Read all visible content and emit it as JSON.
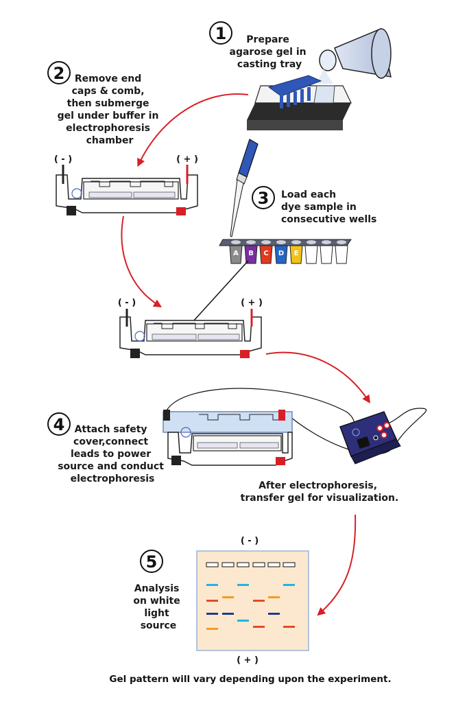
{
  "steps": [
    {
      "number": "1",
      "lines": [
        "Prepare",
        "agarose gel in",
        "casting tray"
      ]
    },
    {
      "number": "2",
      "lines": [
        "Remove end",
        "caps & comb,",
        "then submerge",
        "gel under buffer in",
        "electrophoresis",
        "chamber"
      ]
    },
    {
      "number": "3",
      "lines": [
        "Load each",
        "dye sample in",
        "consecutive wells"
      ]
    },
    {
      "number": "4",
      "lines": [
        "Attach safety",
        "cover,connect",
        "leads to power",
        "source and conduct",
        "electrophoresis"
      ]
    },
    {
      "number": "5",
      "lines": [
        "Analysis",
        "on white",
        "light",
        "source"
      ]
    }
  ],
  "transfer_note": [
    "After electrophoresis,",
    "transfer gel for visualization."
  ],
  "polarity": {
    "negative": "( - )",
    "positive": "( + )",
    "gel_negative": "( - )",
    "gel_positive": "( + )"
  },
  "samples": [
    "A",
    "B",
    "C",
    "D",
    "E"
  ],
  "colors": {
    "arrow": "#d81f26",
    "tray_blue": "#2f57b8",
    "gel_background": "#fbe8cf",
    "gel_border": "#9ab3d9",
    "power_supply": "#2e2f7a",
    "sample_a": "#8a8a8a",
    "sample_b": "#7a2fa0",
    "sample_c": "#e23a1e",
    "sample_d": "#2366c7",
    "sample_e": "#f2c21a",
    "band_cyan": "#22b3e3",
    "band_red": "#e64a24",
    "band_orange": "#f29c22",
    "band_navy": "#1f3a8a"
  },
  "footer": "Gel pattern will vary depending upon the experiment."
}
